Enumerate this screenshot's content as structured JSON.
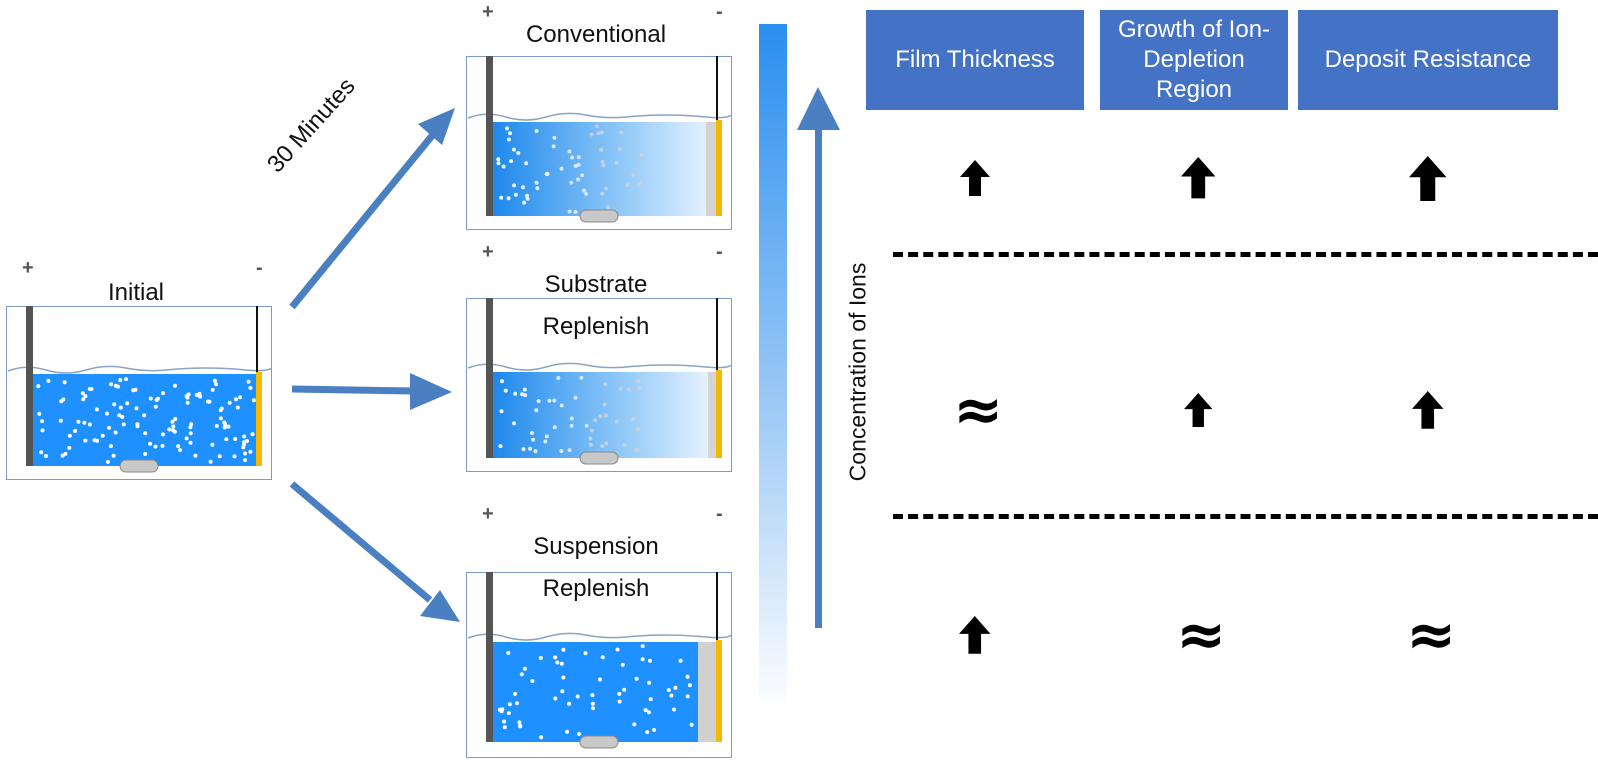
{
  "cells": [
    {
      "id": "initial",
      "label_lines": [
        "Initial"
      ],
      "anode_sign": "+",
      "cathode_sign": "-",
      "solution": "uniform",
      "deposit": "none"
    },
    {
      "id": "conventional",
      "label_lines": [
        "Conventional"
      ],
      "anode_sign": "+",
      "cathode_sign": "-",
      "solution": "depleted-gradient",
      "deposit": "thin"
    },
    {
      "id": "substrate-replenish",
      "label_lines": [
        "Substrate",
        "Replenish"
      ],
      "anode_sign": "+",
      "cathode_sign": "-",
      "solution": "depleted-gradient",
      "deposit": "thin"
    },
    {
      "id": "suspension-replenish",
      "label_lines": [
        "Suspension",
        "Replenish"
      ],
      "anode_sign": "+",
      "cathode_sign": "-",
      "solution": "mostly-uniform",
      "deposit": "thick"
    }
  ],
  "transition_label": "30 Minutes",
  "axis_label": "Concentration of Ions",
  "table": {
    "headers": [
      {
        "label": "Film Thickness"
      },
      {
        "label": "Growth of Ion-Depletion Region",
        "lines": [
          "Growth of Ion-",
          "Depletion",
          "Region"
        ]
      },
      {
        "label": "Deposit Resistance"
      }
    ],
    "rows": [
      {
        "method": "Conventional",
        "values": [
          "increase",
          "increase",
          "increase"
        ]
      },
      {
        "method": "Substrate Replenish",
        "values": [
          "approx-same",
          "increase",
          "increase"
        ]
      },
      {
        "method": "Suspension Replenish",
        "values": [
          "increase",
          "approx-same",
          "approx-same"
        ]
      }
    ],
    "approx_symbol": "≈"
  },
  "colors": {
    "header_bg": "#4472c4",
    "arrow": "#4a7fc1",
    "solution": "#1e90ff",
    "cathode": "#f5b800",
    "anode": "#555555",
    "anode_wire": "#4ab0c8"
  }
}
